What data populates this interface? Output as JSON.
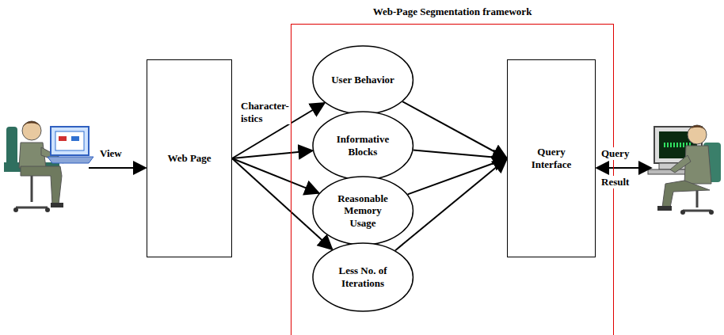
{
  "diagram": {
    "nodes": [
      {
        "text": [
          "Web Page"
        ]
      },
      {
        "text": [
          "Web-Page Segmentation framework"
        ]
      },
      {
        "text": [
          "User Behavior"
        ],
        "in": 1
      },
      {
        "text": [
          "Informative Blocks"
        ],
        "in": 1
      },
      {
        "text": [
          "Reasonable Memory Usage"
        ],
        "in": 1
      },
      {
        "text": [
          "Less No. of Iterations"
        ],
        "in": 1
      },
      {
        "text": [
          "Query Interface"
        ]
      }
    ],
    "edges": [
      {
        "from": 0,
        "to": 2,
        "arrow": "to"
      },
      {
        "from": 0,
        "to": 3,
        "arrow": "to"
      },
      {
        "from": 0,
        "to": 4,
        "arrow": "to"
      },
      {
        "from": 0,
        "to": 5,
        "arrow": "to"
      },
      {
        "from": 2,
        "to": 6,
        "arrow": "to"
      },
      {
        "from": 3,
        "to": 6,
        "arrow": "to"
      },
      {
        "from": 4,
        "to": 6,
        "arrow": "to"
      },
      {
        "from": 5,
        "to": 6,
        "arrow": "to"
      }
    ],
    "labels": [
      "Character- istics",
      "View",
      "Query",
      "Result"
    ]
  }
}
